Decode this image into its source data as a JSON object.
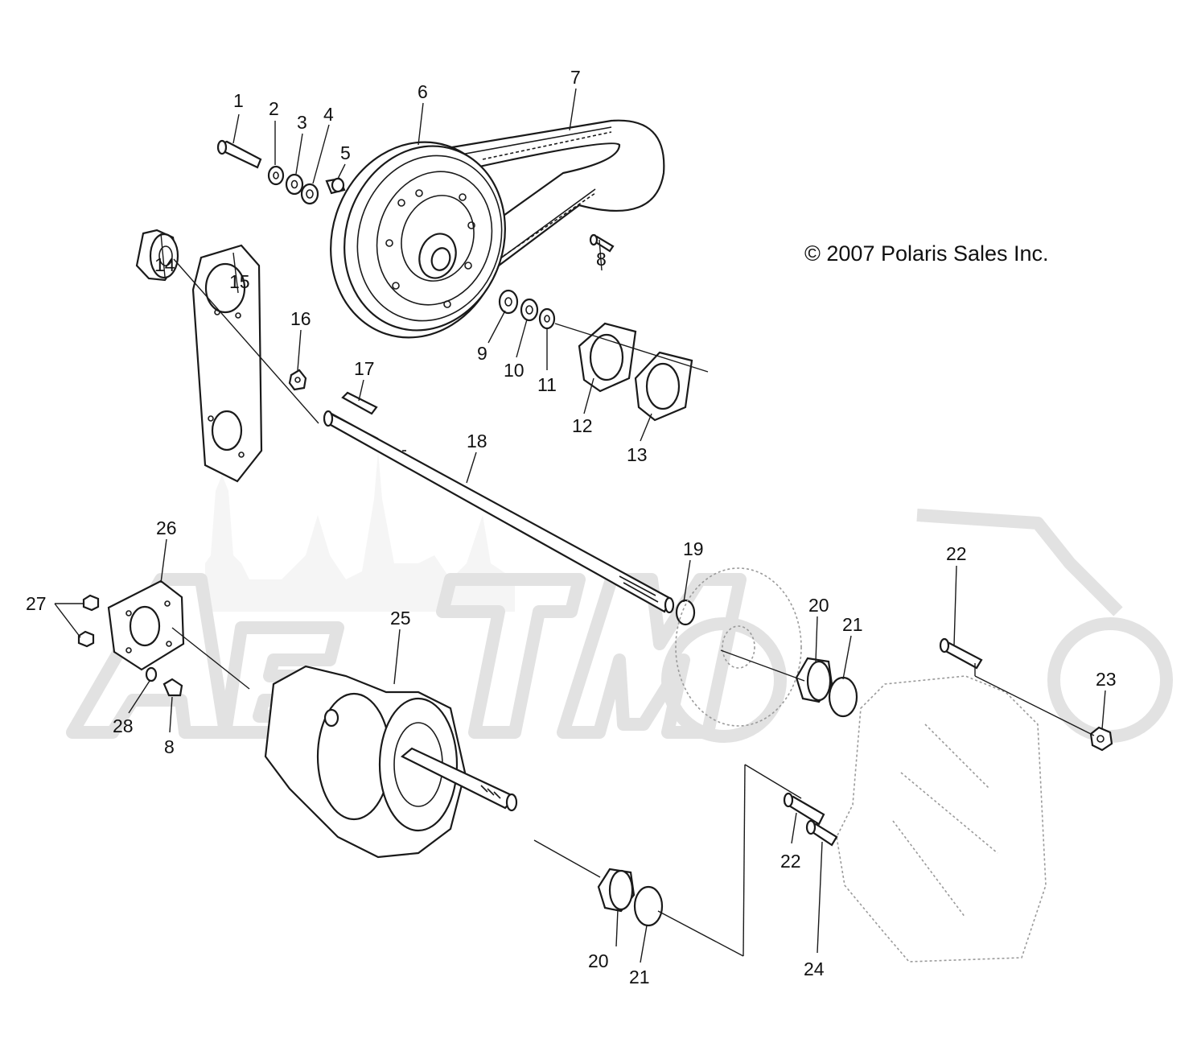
{
  "copyright": "© 2007 Polaris Sales Inc.",
  "callouts": [
    {
      "id": "c1",
      "text": "1"
    },
    {
      "id": "c2",
      "text": "2"
    },
    {
      "id": "c3",
      "text": "3"
    },
    {
      "id": "c4",
      "text": "4"
    },
    {
      "id": "c5",
      "text": "5"
    },
    {
      "id": "c6",
      "text": "6"
    },
    {
      "id": "c7",
      "text": "7"
    },
    {
      "id": "c8a",
      "text": "8"
    },
    {
      "id": "c9",
      "text": "9"
    },
    {
      "id": "c10",
      "text": "10"
    },
    {
      "id": "c11",
      "text": "11"
    },
    {
      "id": "c12",
      "text": "12"
    },
    {
      "id": "c13",
      "text": "13"
    },
    {
      "id": "c14",
      "text": "14"
    },
    {
      "id": "c15",
      "text": "15"
    },
    {
      "id": "c16",
      "text": "16"
    },
    {
      "id": "c17",
      "text": "17"
    },
    {
      "id": "c18",
      "text": "18"
    },
    {
      "id": "c19",
      "text": "19"
    },
    {
      "id": "c20a",
      "text": "20"
    },
    {
      "id": "c21a",
      "text": "21"
    },
    {
      "id": "c22a",
      "text": "22"
    },
    {
      "id": "c23",
      "text": "23"
    },
    {
      "id": "c25",
      "text": "25"
    },
    {
      "id": "c26",
      "text": "26"
    },
    {
      "id": "c27",
      "text": "27"
    },
    {
      "id": "c28",
      "text": "28"
    },
    {
      "id": "c8b",
      "text": "8"
    },
    {
      "id": "c22b",
      "text": "22"
    },
    {
      "id": "c20b",
      "text": "20"
    },
    {
      "id": "c21b",
      "text": "21"
    },
    {
      "id": "c24",
      "text": "24"
    }
  ]
}
